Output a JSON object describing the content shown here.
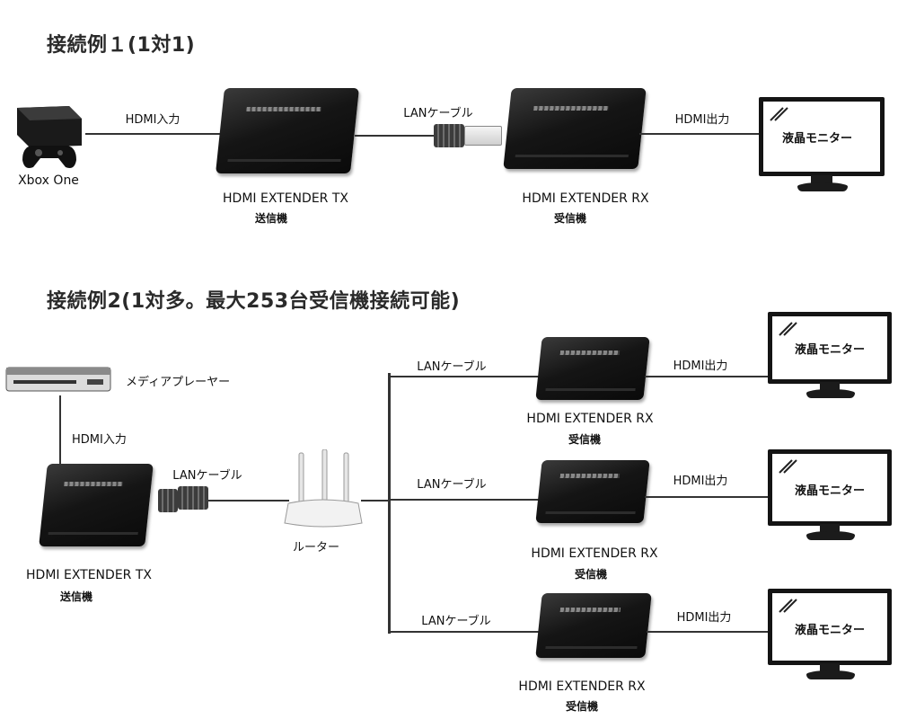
{
  "example1": {
    "heading": "接続例１(1対1)",
    "source_device": "Xbox One",
    "hdmi_in_label": "HDMI入力",
    "lan_cable_label": "LANケーブル",
    "hdmi_out_label": "HDMI出力",
    "tx": {
      "name": "HDMI EXTENDER TX",
      "role": "送信機"
    },
    "rx": {
      "name": "HDMI EXTENDER RX",
      "role": "受信機"
    },
    "monitor_label": "液晶モニター"
  },
  "example2": {
    "heading": "接続例2(1対多。最大253台受信機接続可能)",
    "source_device": "メディアプレーヤー",
    "hdmi_in_label": "HDMI入力",
    "lan_cable_label": "LANケーブル",
    "router_label": "ルーター",
    "tx": {
      "name": "HDMI EXTENDER TX",
      "role": "送信機"
    },
    "branches": [
      {
        "lan_label": "LANケーブル",
        "rx_name": "HDMI EXTENDER RX",
        "rx_role": "受信機",
        "hdmi_out_label": "HDMI出力",
        "monitor_label": "液晶モニター"
      },
      {
        "lan_label": "LANケーブル",
        "rx_name": "HDMI EXTENDER RX",
        "rx_role": "受信機",
        "hdmi_out_label": "HDMI出力",
        "monitor_label": "液晶モニター"
      },
      {
        "lan_label": "LANケーブル",
        "rx_name": "HDMI EXTENDER RX",
        "rx_role": "受信機",
        "hdmi_out_label": "HDMI出力",
        "monitor_label": "液晶モニター"
      }
    ]
  }
}
